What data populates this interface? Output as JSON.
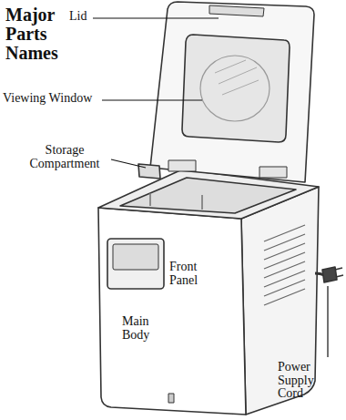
{
  "diagram": {
    "title": "Major Parts Names",
    "labels": [
      "Lid",
      "Viewing Window",
      "Storage Compartment",
      "Front Panel",
      "Main Body",
      "Power Supply Cord"
    ]
  }
}
